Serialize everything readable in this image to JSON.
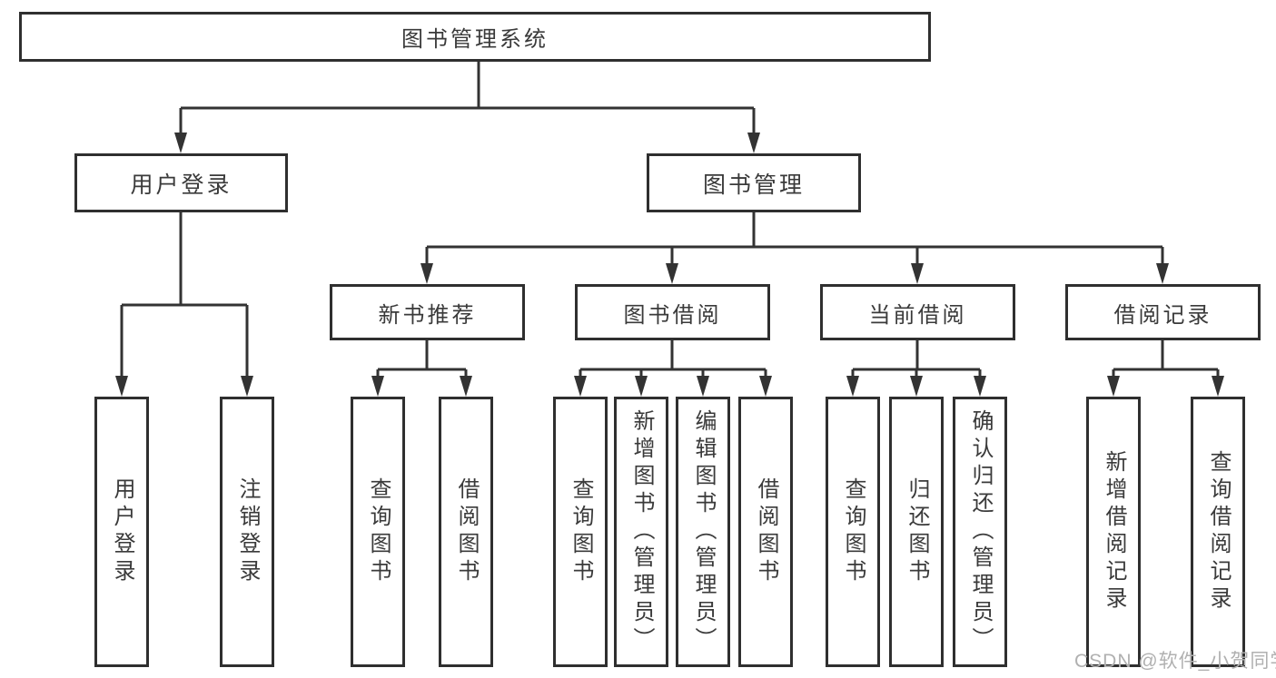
{
  "diagram": {
    "root": {
      "label": "图书管理系统"
    },
    "branches": [
      {
        "label": "用户登录",
        "children": [
          {
            "label": "用户登录"
          },
          {
            "label": "注销登录"
          }
        ]
      },
      {
        "label": "图书管理",
        "children": [
          {
            "label": "新书推荐",
            "children": [
              {
                "label": "查询图书"
              },
              {
                "label": "借阅图书"
              }
            ]
          },
          {
            "label": "图书借阅",
            "children": [
              {
                "label": "查询图书"
              },
              {
                "label": "新增图书（管理员）"
              },
              {
                "label": "编辑图书（管理员）"
              },
              {
                "label": "借阅图书"
              }
            ]
          },
          {
            "label": "当前借阅",
            "children": [
              {
                "label": "查询图书"
              },
              {
                "label": "归还图书"
              },
              {
                "label": "确认归还（管理员）"
              }
            ]
          },
          {
            "label": "借阅记录",
            "children": [
              {
                "label": "新增借阅记录"
              },
              {
                "label": "查询借阅记录"
              }
            ]
          }
        ]
      }
    ]
  },
  "watermark": {
    "text": "CSDN @软件_小贺同学"
  },
  "colors": {
    "line": "#333333",
    "text": "#3a3a3a",
    "watermark": "#b0b0b0",
    "background": "#ffffff"
  }
}
